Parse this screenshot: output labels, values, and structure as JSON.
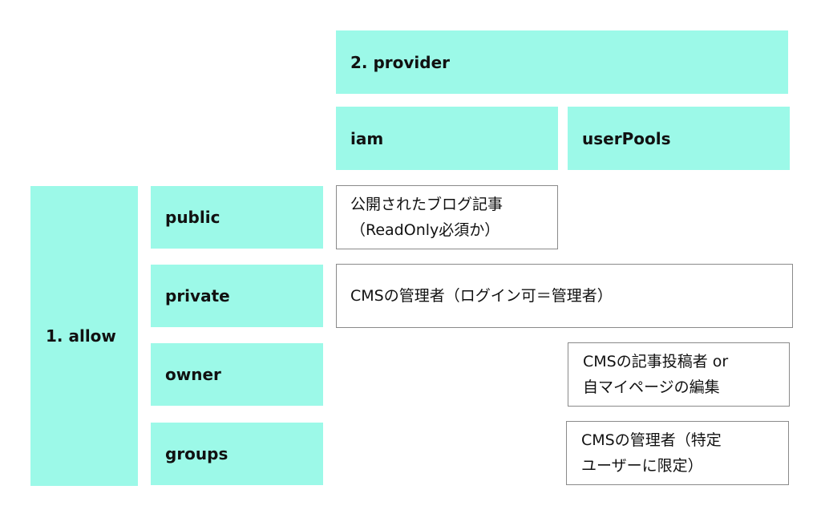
{
  "provider": {
    "title": "2. provider",
    "iam": "iam",
    "userPools": "userPools"
  },
  "allow": {
    "title": "1. allow",
    "public": "public",
    "private": "private",
    "owner": "owner",
    "groups": "groups"
  },
  "cells": {
    "public_iam": {
      "line1": "公開されたブログ記事",
      "line2": "（ReadOnly必須か）"
    },
    "private_all": {
      "line1": "CMSの管理者（ログイン可＝管理者）"
    },
    "owner_userpools": {
      "line1": "CMSの記事投稿者 or",
      "line2": "自マイページの編集"
    },
    "groups_userpools": {
      "line1": "CMSの管理者（特定",
      "line2": "ユーザーに限定）"
    }
  },
  "colors": {
    "header_fill": "#9cf9e8",
    "cell_border": "#8a8a8a"
  }
}
